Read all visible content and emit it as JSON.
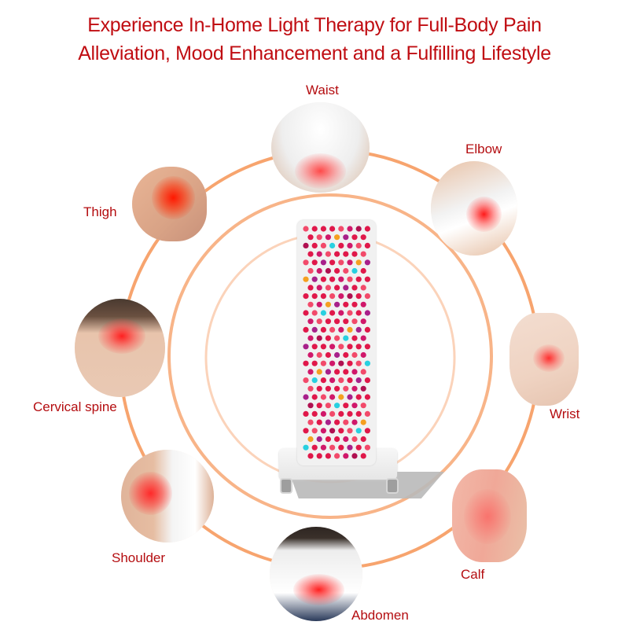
{
  "title": {
    "line1": "Experience In-Home Light Therapy for Full-Body Pain",
    "line2": "Alleviation, Mood Enhancement and a Fulfilling Lifestyle"
  },
  "colors": {
    "title_text": "#c00d12",
    "label_text": "#b40d10",
    "ring_outer": "#f7a46e",
    "ring_middle": "#f8b488",
    "ring_inner": "#fbd3ba",
    "pain_glow": "#ff2a1a"
  },
  "device": {
    "name": "red-light-therapy-panel",
    "led_colors": [
      "#e0184a",
      "#d0186a",
      "#a8208a",
      "#f24a6a",
      "#f5a020",
      "#28d0e0",
      "#b01050"
    ]
  },
  "body_areas": [
    {
      "label": "Waist",
      "icon": "waist-photo"
    },
    {
      "label": "Elbow",
      "icon": "elbow-photo"
    },
    {
      "label": "Thigh",
      "icon": "thigh-photo"
    },
    {
      "label": "Cervical spine",
      "icon": "neck-photo"
    },
    {
      "label": "Wrist",
      "icon": "wrist-photo"
    },
    {
      "label": "Shoulder",
      "icon": "shoulder-photo"
    },
    {
      "label": "Calf",
      "icon": "calf-photo"
    },
    {
      "label": "Abdomen",
      "icon": "abdomen-photo"
    }
  ]
}
